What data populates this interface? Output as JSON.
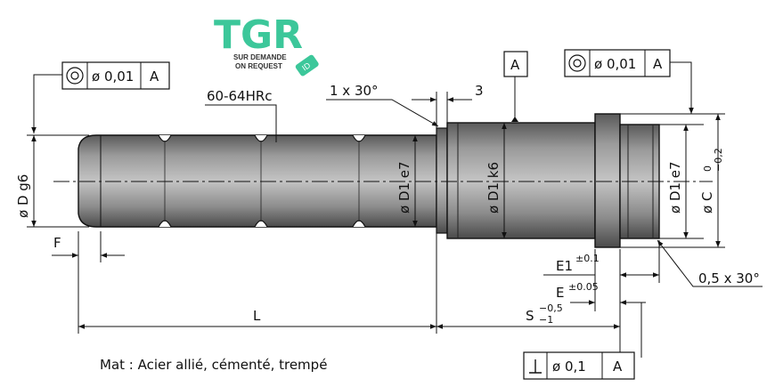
{
  "logo": {
    "brand": "TGR",
    "tagline_1": "SUR DEMANDE",
    "tagline_2": "ON REQUEST",
    "badge": "ID",
    "brand_color": "#3cc79a"
  },
  "callouts": {
    "left_tolerance": {
      "symbol": "◎",
      "value": "ø 0,01",
      "datum": "A"
    },
    "right_tolerance": {
      "symbol": "◎",
      "value": "ø 0,01",
      "datum": "A"
    },
    "datum_box": "A",
    "perp_tolerance": {
      "symbol": "⊥",
      "value": "ø 0,1",
      "datum": "A"
    }
  },
  "dimensions": {
    "hardness": "60-64HRc",
    "chamfer_left": "1 x 30°",
    "dim_3": "3",
    "diam_D": "ø D g6",
    "diam_D1_left": "ø D1 e7",
    "diam_D1_center": "ø D1 k6",
    "diam_D1_right": "ø D1 e7",
    "diam_C": "ø C",
    "c_tol_upper": "0",
    "c_tol_lower": "−0,2",
    "F": "F",
    "L": "L",
    "E1": "E1",
    "E1_tol": "±0.1",
    "E": "E",
    "E_tol": "±0.05",
    "S": "S",
    "S_tol_upper": "−0,5",
    "S_tol_lower": "−1",
    "chamfer_right": "0,5 x 30°"
  },
  "material": "Mat : Acier allié, cémenté, trempé",
  "colors": {
    "steel_dark": "#4a4a4a",
    "steel_light": "#b5b5b5",
    "line": "#111111"
  }
}
